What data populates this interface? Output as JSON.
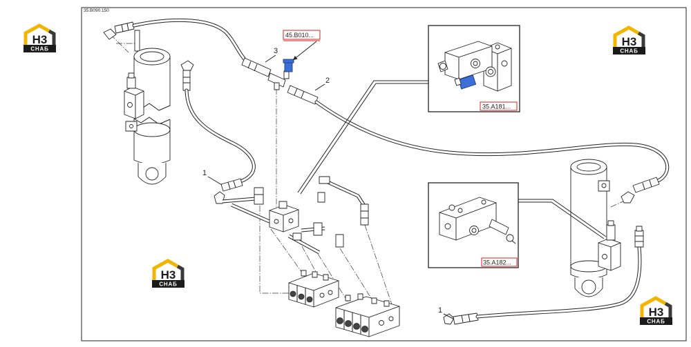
{
  "diagram": {
    "drawing_id": "35.B090.150",
    "callouts": {
      "fitting_ref": "45.B010...",
      "inset_top_ref": "35.A181...",
      "inset_bottom_ref": "35.A182..."
    },
    "item_numbers": {
      "fitting": "3",
      "hose_upper": "2",
      "hose_left": "1",
      "hose_lower": "1"
    }
  },
  "logo": {
    "mark": "H3",
    "caption": "СНАБ"
  },
  "colors": {
    "logo_yellow": "#f2b600",
    "logo_dark": "#1b1b1b",
    "callout_red": "#d42020",
    "fitting_blue": "#3b6fd6",
    "line": "#222222"
  }
}
